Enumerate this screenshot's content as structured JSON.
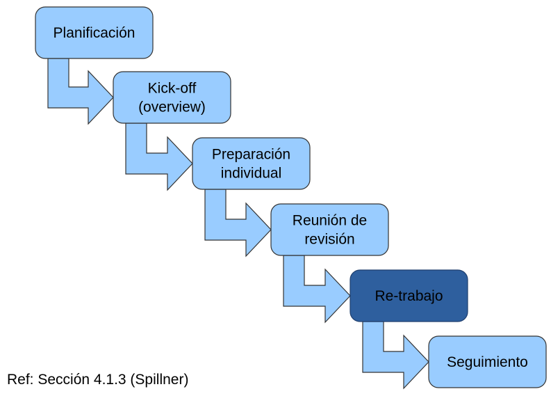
{
  "diagram": {
    "steps": [
      {
        "lines": [
          "Planificación"
        ],
        "highlighted": false
      },
      {
        "lines": [
          "Kick-off",
          "(overview)"
        ],
        "highlighted": false
      },
      {
        "lines": [
          "Preparación",
          "individual"
        ],
        "highlighted": false
      },
      {
        "lines": [
          "Reunión de",
          "revisión"
        ],
        "highlighted": false
      },
      {
        "lines": [
          "Re-trabajo"
        ],
        "highlighted": true
      },
      {
        "lines": [
          "Seguimiento"
        ],
        "highlighted": false
      }
    ],
    "colors": {
      "box_fill": "#99ccff",
      "box_stroke": "#333333",
      "highlight_fill": "#2e5f9e",
      "highlight_stroke": "#1f3f6e",
      "arrow_fill": "#99ccff",
      "arrow_stroke": "#333333",
      "text": "#000000"
    }
  },
  "caption": "Ref: Sección 4.1.3 (Spillner)"
}
